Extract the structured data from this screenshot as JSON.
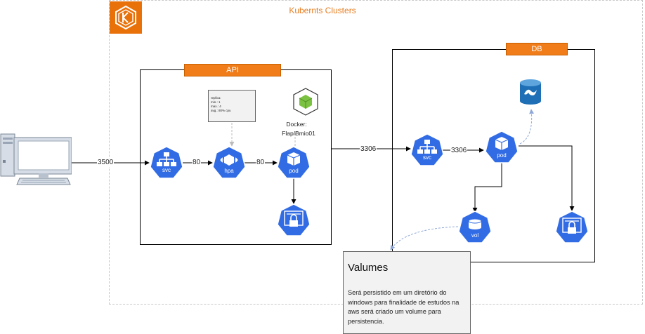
{
  "cluster": {
    "title": "Kubernts Clusters"
  },
  "api": {
    "title": "API",
    "svc_label": "svc",
    "hpa_label": "hpa",
    "pod_label": "pod",
    "hpa_note": [
      "replica:",
      "min.: 1",
      "max.: 4",
      "avg.: 80% cpu"
    ],
    "docker_label": "Docker:",
    "docker_image": "Flap/Bmio01"
  },
  "db": {
    "title": "DB",
    "svc_label": "svc",
    "pod_label": "pod",
    "vol_label": "vol"
  },
  "ports": {
    "client_to_svc": "3500",
    "svc_to_hpa": "80",
    "hpa_to_pod": "80",
    "api_to_db": "3306",
    "db_svc_to_pod": "3306"
  },
  "volumes_note": {
    "title": "Valumes",
    "text": "Será persistido em um diretório do windows para finalidade de estudos na aws será criado um volume para persistencia."
  },
  "colors": {
    "k8s_blue": "#326ce5",
    "aws_orange": "#e8710a",
    "tag_orange": "#f07d1a",
    "db_blue": "#1e6fb5"
  }
}
